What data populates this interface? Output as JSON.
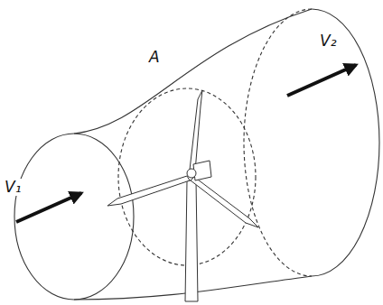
{
  "diagram": {
    "labels": [
      "V₁",
      "A",
      "V₂"
    ]
  }
}
